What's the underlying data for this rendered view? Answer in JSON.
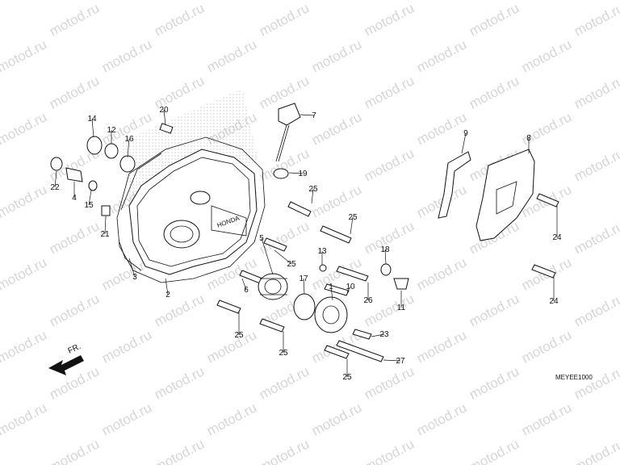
{
  "watermark": "motod.ru",
  "diagram_code": "MEYEE1000",
  "front_marker": "FR.",
  "callouts": [
    "1",
    "2",
    "3",
    "4",
    "5",
    "6",
    "7",
    "8",
    "9",
    "10",
    "11",
    "12",
    "13",
    "14",
    "15",
    "16",
    "17",
    "18",
    "19",
    "20",
    "21",
    "22",
    "23",
    "24",
    "24",
    "25",
    "25",
    "25",
    "25",
    "25",
    "25",
    "26",
    "27"
  ],
  "icons": {
    "front_arrow": "front-arrow-icon"
  }
}
